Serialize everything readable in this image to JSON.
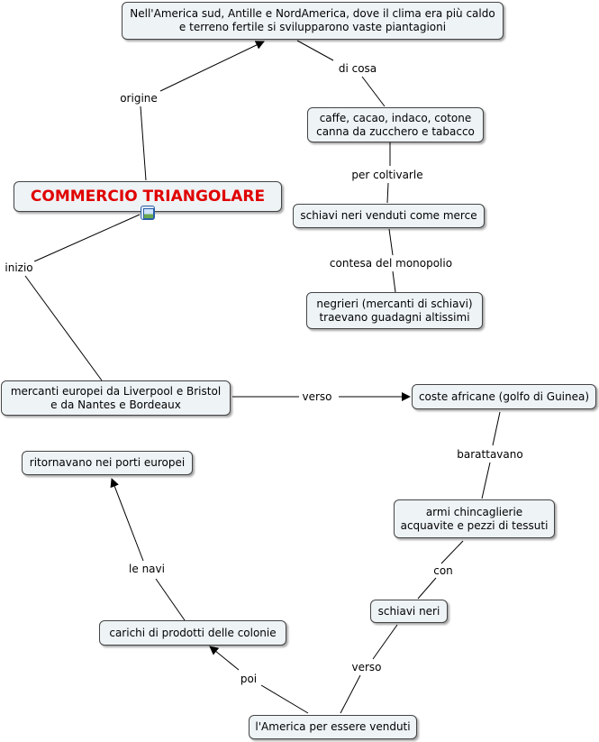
{
  "nodes": {
    "origin": "Nell'America sud, Antille e NordAmerica, dove il clima era più caldo\ne terreno fertile si svilupparono vaste piantagioni",
    "products": "caffe, cacao, indaco, cotone\ncanna da zucchero e tabacco",
    "slaves_goods": "schiavi neri venduti come merce",
    "slavers": "negrieri (mercanti di schiavi)\ntraevano guadagni altissimi",
    "main": "COMMERCIO TRIANGOLARE",
    "merchants": "mercanti europei da Liverpool e Bristol\ne da Nantes e Bordeaux",
    "africa": "coste africane (golfo di Guinea)",
    "return": "ritornavano nei porti europei",
    "goods": "armi chincaglierie\nacquavite e pezzi di tessuti",
    "slaves": "schiavi neri",
    "colonies": "carichi di prodotti delle colonie",
    "america": "l'America per essere venduti"
  },
  "labels": {
    "origine": "origine",
    "di_cosa": "di cosa",
    "per_coltivarle": "per coltivarle",
    "contesa": "contesa del monopolio",
    "inizio": "inizio",
    "verso1": "verso",
    "barattavano": "barattavano",
    "con": "con",
    "le_navi": "le navi",
    "verso2": "verso",
    "poi": "poi"
  },
  "icons": {
    "main_attachment": "image-icon"
  },
  "colors": {
    "main_title": "#e00000",
    "node_fill": "#eef3f6",
    "line": "#000000"
  }
}
